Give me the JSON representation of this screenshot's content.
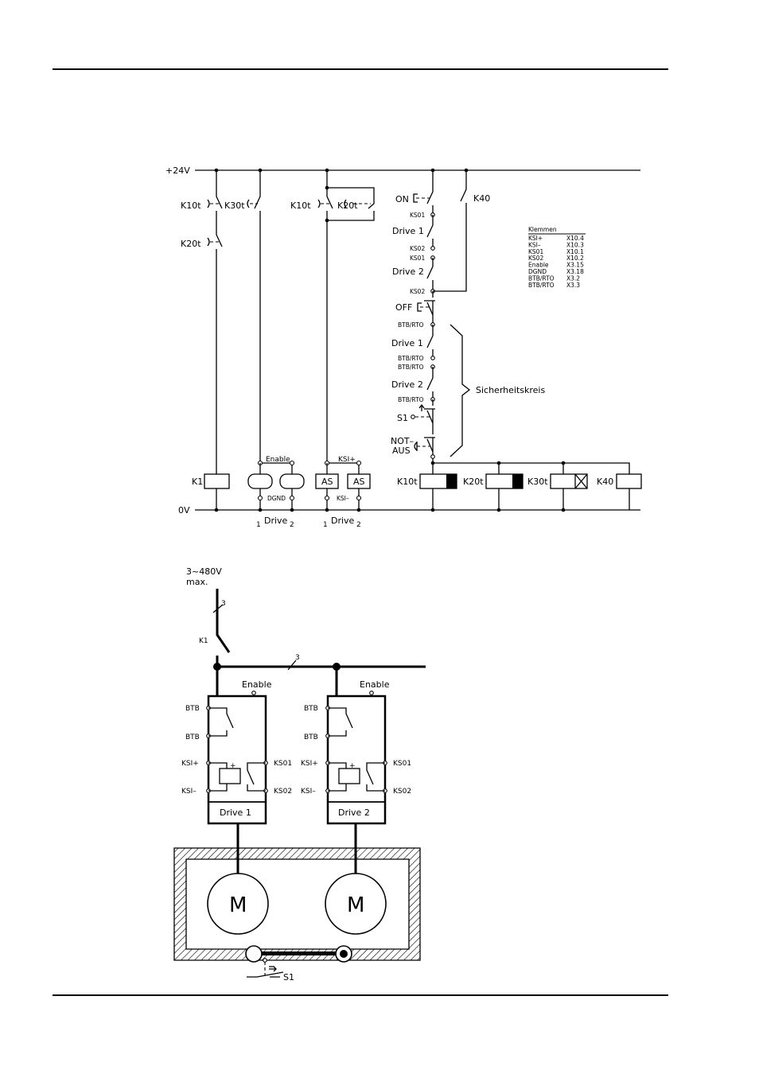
{
  "rails": {
    "plus24v": "+24V",
    "zero_v": "0V"
  },
  "upper": {
    "contacts": {
      "k10t_a": "K10t",
      "k30t": "K30t",
      "k10t_b": "K10t",
      "k20t_b": "K20t",
      "k20t_a": "K20t",
      "k40": "K40"
    },
    "chain": {
      "on": "ON",
      "ks01_a": "KS01",
      "drive1_a": "Drive 1",
      "ks02_a": "KS02",
      "ks01_b": "KS01",
      "drive2_a": "Drive 2",
      "ks02_b": "KS02",
      "off": "OFF",
      "btb1": "BTB/RTO",
      "drive1_b": "Drive 1",
      "btb2": "BTB/RTO",
      "btb3": "BTB/RTO",
      "drive2_b": "Drive 2",
      "btb4": "BTB/RTO",
      "s1": "S1",
      "not_aus_1": "NOT–",
      "not_aus_2": "AUS"
    },
    "safety_circuit": "Sicherheitskreis",
    "terminal_table": {
      "title": "Klemmen",
      "rows": [
        {
          "name": "KSI+",
          "pin": "X10.4"
        },
        {
          "name": "KSI–",
          "pin": "X10.3"
        },
        {
          "name": "KS01",
          "pin": "X10.1"
        },
        {
          "name": "KS02",
          "pin": "X10.2"
        },
        {
          "name": "Enable",
          "pin": "X3.15"
        },
        {
          "name": "DGND",
          "pin": "X3.18"
        },
        {
          "name": "BTB/RTO",
          "pin": "X3.2"
        },
        {
          "name": "BTB/RTO",
          "pin": "X3.3"
        }
      ]
    },
    "coils": {
      "k1": "K1",
      "enable": "Enable",
      "dgnd": "DGND",
      "ksi_plus": "KSI+",
      "ksi_minus": "KSI–",
      "as1": "AS",
      "as2": "AS",
      "k10t": "K10t",
      "k20t": "K20t",
      "k30t": "K30t",
      "k40": "K40"
    },
    "drive_labels": {
      "one_a": "1",
      "drive_a": "Drive",
      "two_a": "2",
      "one_b": "1",
      "drive_b": "Drive",
      "two_b": "2"
    }
  },
  "lower": {
    "supply_1": "3~480V",
    "supply_2": "max.",
    "phase_count_a": "3",
    "phase_count_b": "3",
    "k1": "K1",
    "drive1": {
      "enable": "Enable",
      "btb_a": "BTB",
      "btb_b": "BTB",
      "ksi_plus": "KSI+",
      "ksi_minus": "KSI–",
      "ks01": "KS01",
      "ks02": "KS02",
      "name": "Drive 1",
      "motor": "M"
    },
    "drive2": {
      "enable": "Enable",
      "btb_a": "BTB",
      "btb_b": "BTB",
      "ksi_plus": "KSI+",
      "ksi_minus": "KSI–",
      "ks01": "KS01",
      "ks02": "KS02",
      "name": "Drive 2",
      "motor": "M"
    },
    "s1": "S1"
  }
}
